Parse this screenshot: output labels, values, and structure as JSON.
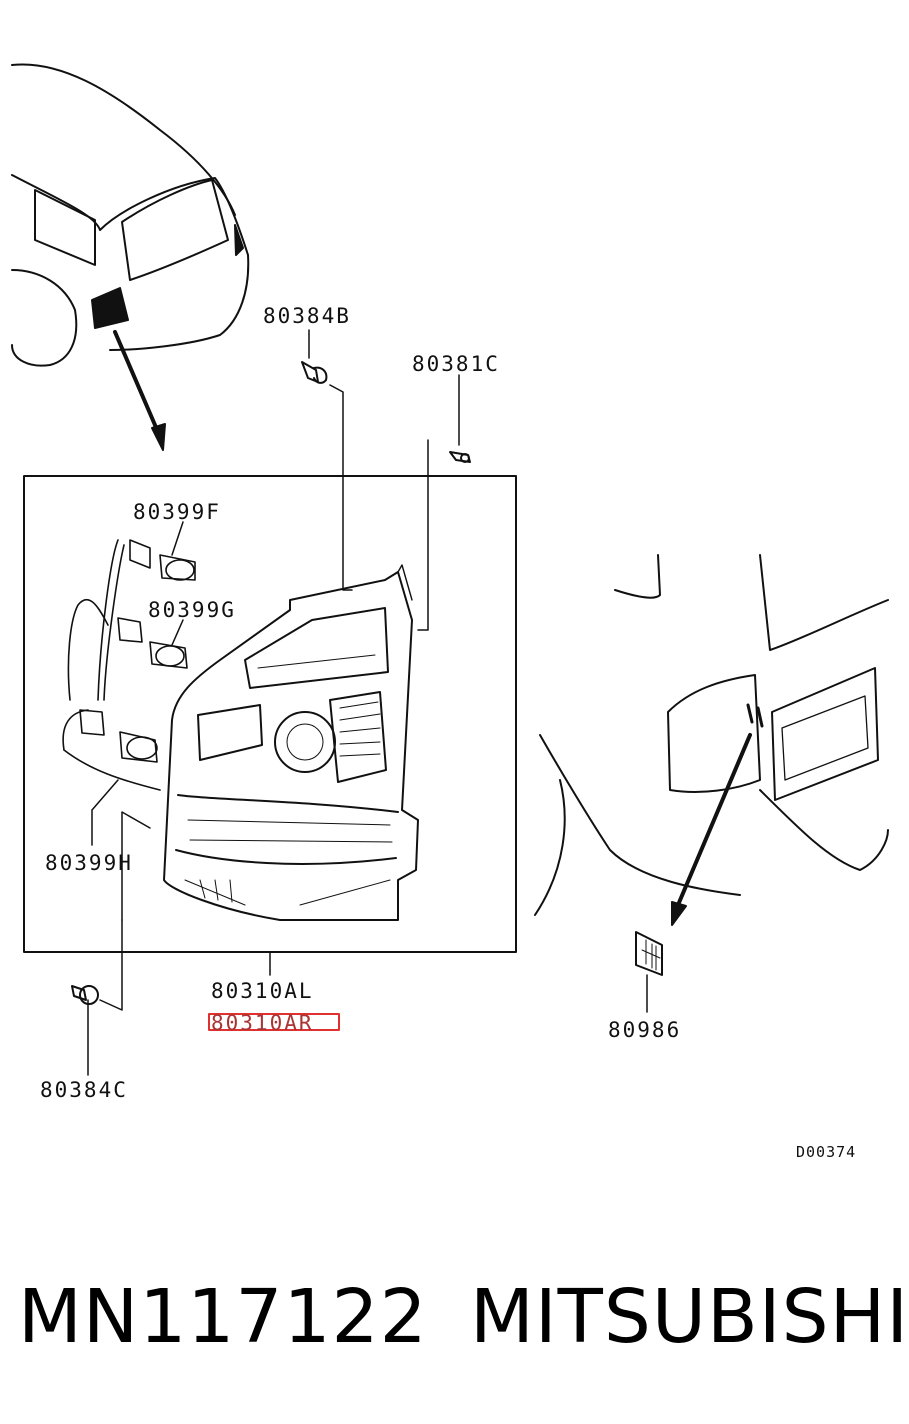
{
  "parts": {
    "rivet_top": "80384B",
    "screw": "80381C",
    "bulb_f": "80399F",
    "bulb_g": "80399G",
    "bulb_h": "80399H",
    "lamp_left": "80310AL",
    "lamp_right": "80310AR",
    "rivet_bottom": "80384C",
    "reflector": "80986"
  },
  "diagram_code": "D00374",
  "footer": {
    "part_number": "MN117122",
    "brand": "MITSUBISHI"
  },
  "colors": {
    "line": "#111111",
    "highlight": "#e03030"
  }
}
